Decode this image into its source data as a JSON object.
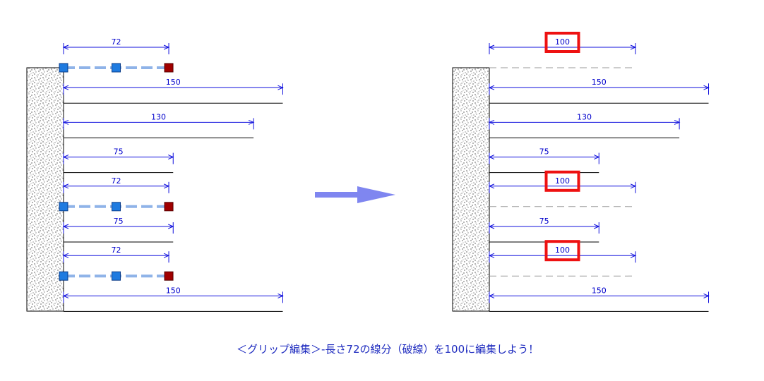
{
  "colors": {
    "dim": "#1010dd",
    "line": "#000000",
    "dashed_gray": "#9a9a9a",
    "grip_blue": "#1f7be0",
    "grip_red": "#a00000",
    "selected_line": "#8fb3e8",
    "highlight": "#ee1111",
    "arrow": "#7f86f0",
    "caption": "#1e2bbf"
  },
  "before": {
    "rows": [
      {
        "length": 72,
        "label": "72",
        "selected": true
      },
      {
        "length": 150,
        "label": "150",
        "selected": false
      },
      {
        "length": 130,
        "label": "130",
        "selected": false
      },
      {
        "length": 75,
        "label": "75",
        "selected": false
      },
      {
        "length": 72,
        "label": "72",
        "selected": true
      },
      {
        "length": 75,
        "label": "75",
        "selected": false
      },
      {
        "length": 72,
        "label": "72",
        "selected": true
      },
      {
        "length": 150,
        "label": "150",
        "selected": false
      }
    ]
  },
  "after": {
    "rows": [
      {
        "length": 100,
        "label": "100",
        "edited": true
      },
      {
        "length": 150,
        "label": "150",
        "edited": false
      },
      {
        "length": 130,
        "label": "130",
        "edited": false
      },
      {
        "length": 75,
        "label": "75",
        "edited": false
      },
      {
        "length": 100,
        "label": "100",
        "edited": true
      },
      {
        "length": 75,
        "label": "75",
        "edited": false
      },
      {
        "length": 100,
        "label": "100",
        "edited": true
      },
      {
        "length": 150,
        "label": "150",
        "edited": false
      }
    ]
  },
  "caption": "＜グリップ編集＞-長さ72の線分（破線）を100に編集しよう！"
}
